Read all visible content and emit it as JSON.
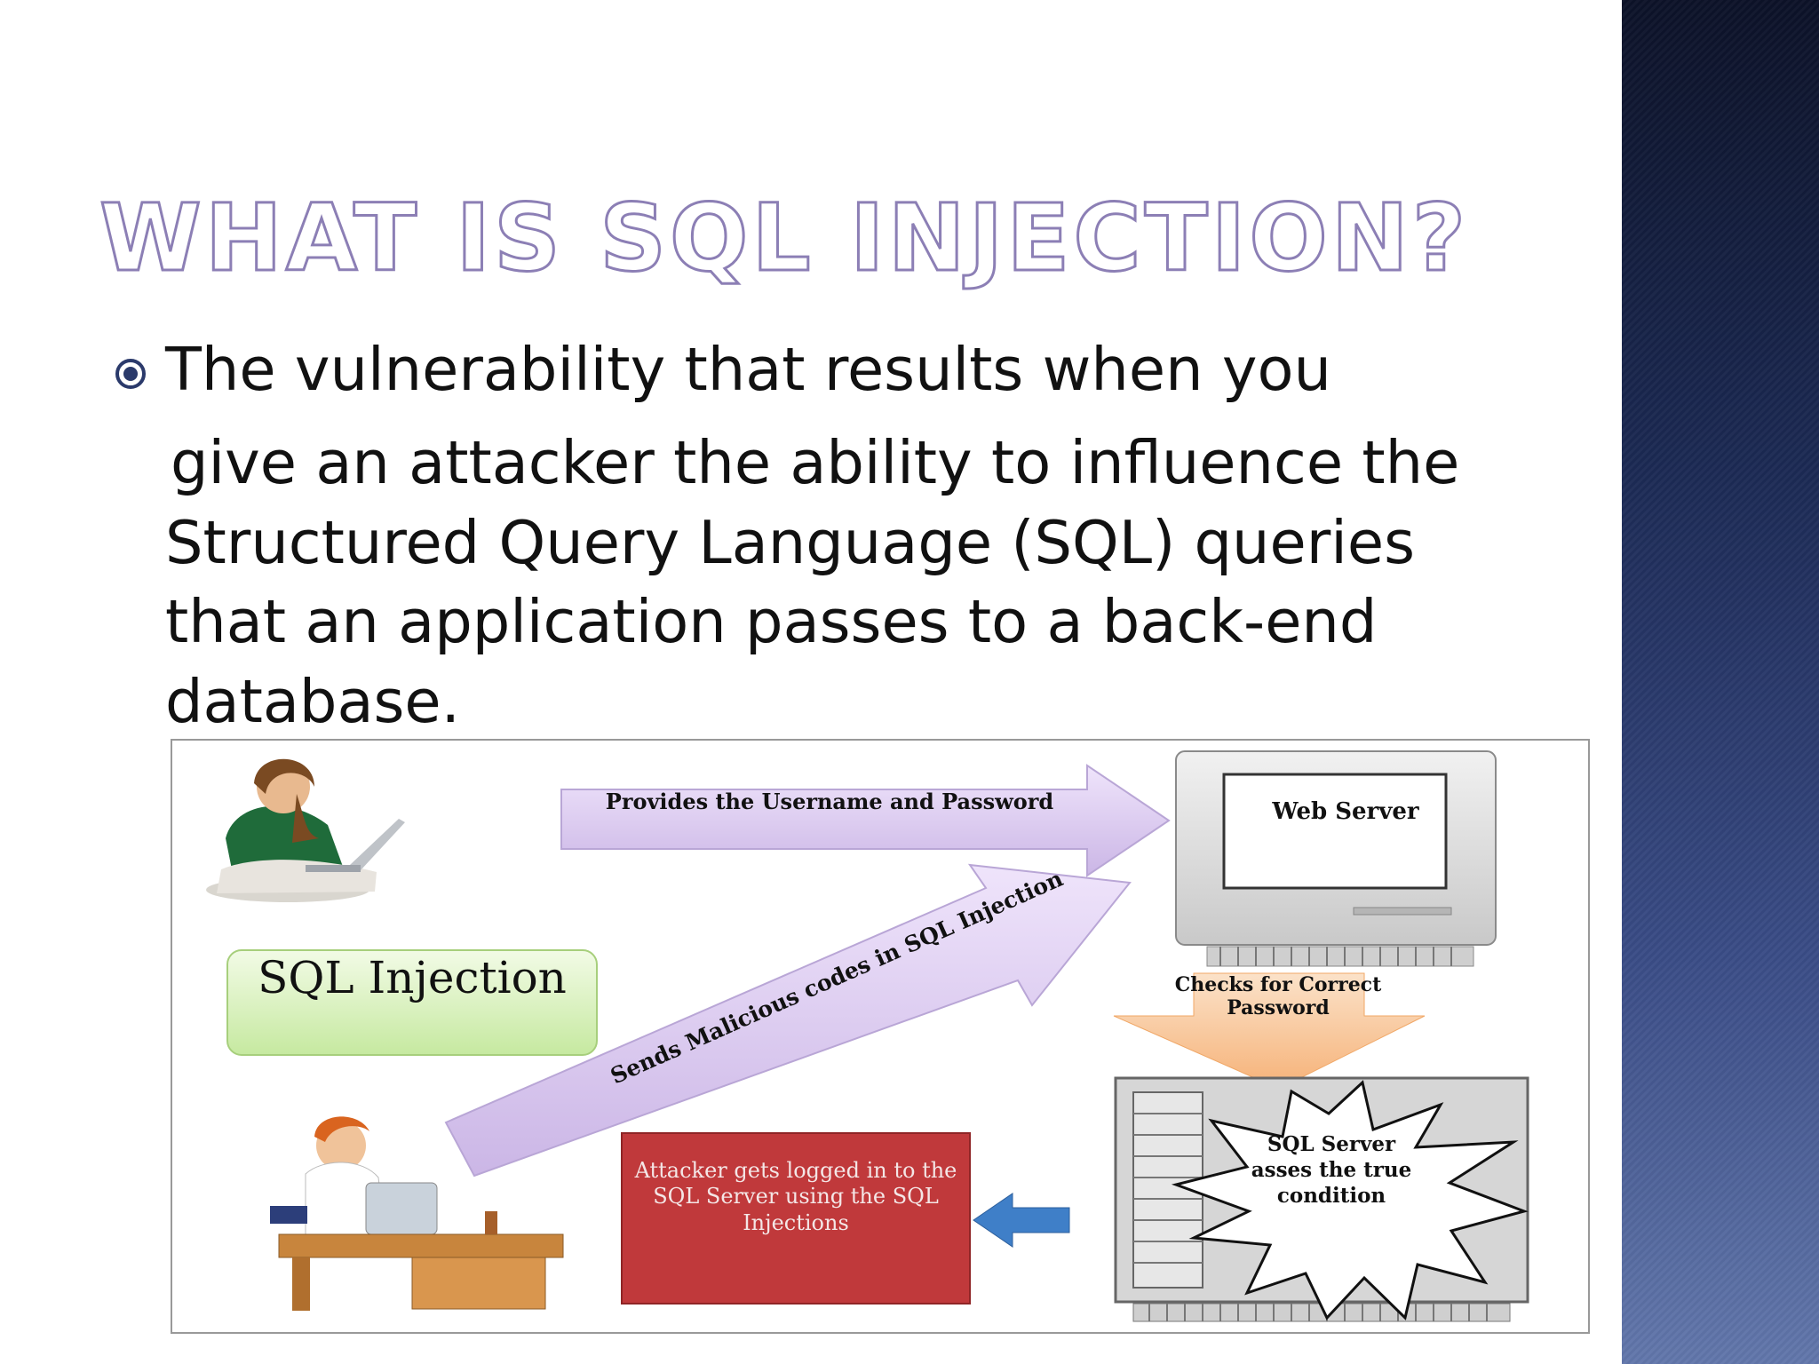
{
  "slide": {
    "title": "WHAT IS SQL INJECTION?",
    "bullet_icon": "circle-bullet-icon",
    "body_lines": [
      "The vulnerability that results when you",
      "give an attacker the ability to influence the",
      "Structured Query Language (SQL) queries",
      "that an application passes to a back-end",
      "database."
    ]
  },
  "diagram": {
    "arrow_top_label": "Provides the Username and Password",
    "web_server_label": "Web  Server",
    "sql_injection_box": "SQL Injection",
    "diagonal_arrow_label": "Sends Malicious codes in SQL Injection",
    "checks_label": "Checks for Correct Password",
    "sql_server_label": "SQL Server asses the true condition",
    "attacker_box": "Attacker gets logged in to the SQL Server using the SQL Injections"
  },
  "colors": {
    "title_outline": "#8c7fb5",
    "side_panel": "#1c2a55",
    "arrow_lilac": "#d9c8ef",
    "sql_box_green": "#d6f0b8",
    "attacker_box_red": "#c0393b",
    "down_arrow_orange": "#f9c89a",
    "blue_arrow": "#3f7fc8"
  }
}
